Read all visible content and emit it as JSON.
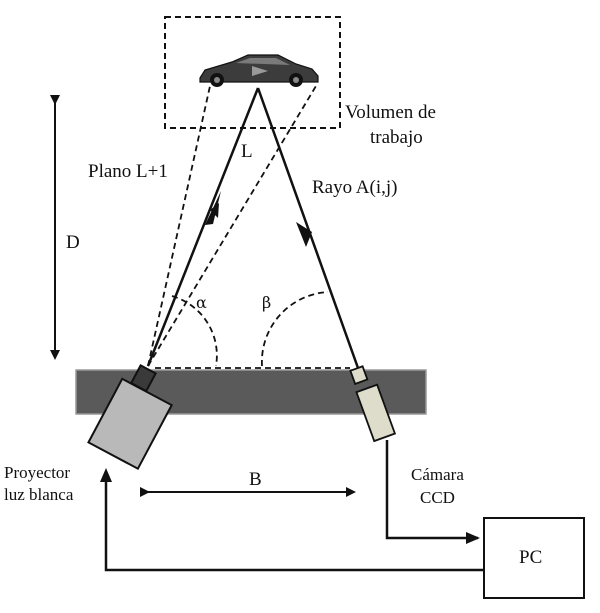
{
  "labels": {
    "work_volume_line1": "Volumen de",
    "work_volume_line2": "trabajo",
    "plane": "Plano L+1",
    "ray": "Rayo A(i,j)",
    "L": "L",
    "D": "D",
    "alpha": "α",
    "beta": "β",
    "B": "B",
    "projector_line1": "Proyector",
    "projector_line2": "luz blanca",
    "camera_line1": "Cámara",
    "camera_line2": "CCD",
    "pc": "PC"
  },
  "icons": {
    "car": "car-icon",
    "projector": "projector-icon",
    "camera": "camera-icon",
    "computer": "computer-box"
  },
  "colors": {
    "line": "#111111",
    "bar": "#5a5a5a",
    "projector": "#b9b9b9",
    "camera_body": "#dedcca",
    "car_body": "#3c3c3c"
  }
}
